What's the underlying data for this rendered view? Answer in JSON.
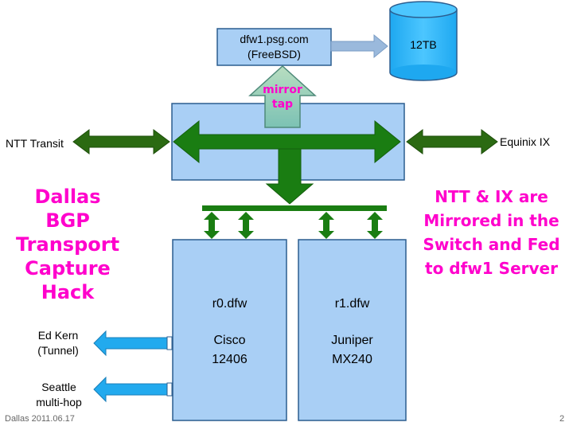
{
  "server": {
    "line1": "dfw1.psg.com",
    "line2": "(FreeBSD)"
  },
  "storage": {
    "label": "12TB"
  },
  "mirror_tap": {
    "line1": "mirror",
    "line2": "tap"
  },
  "links": {
    "left": "NTT Transit",
    "right": "Equinix IX"
  },
  "title": [
    "Dallas",
    "BGP",
    "Transport",
    "Capture",
    "Hack"
  ],
  "note": [
    "NTT & IX are",
    "Mirrored in the",
    "Switch and Fed",
    "to dfw1 Server"
  ],
  "routers": [
    {
      "name": "r0.dfw",
      "vendor": "Cisco",
      "model": "12406"
    },
    {
      "name": "r1.dfw",
      "vendor": "Juniper",
      "model": "MX240"
    }
  ],
  "peers": [
    {
      "line1": "Ed Kern",
      "line2": "(Tunnel)"
    },
    {
      "line1": "Seattle",
      "line2": "multi-hop"
    }
  ],
  "footer": {
    "left": "Dallas 2011.06.17",
    "page": "2"
  },
  "colors": {
    "box_fill": "#a9cff5",
    "arrow_green": "#1e7a1e",
    "peer_arrow": "#22aaee",
    "highlight": "#ff00cc"
  }
}
